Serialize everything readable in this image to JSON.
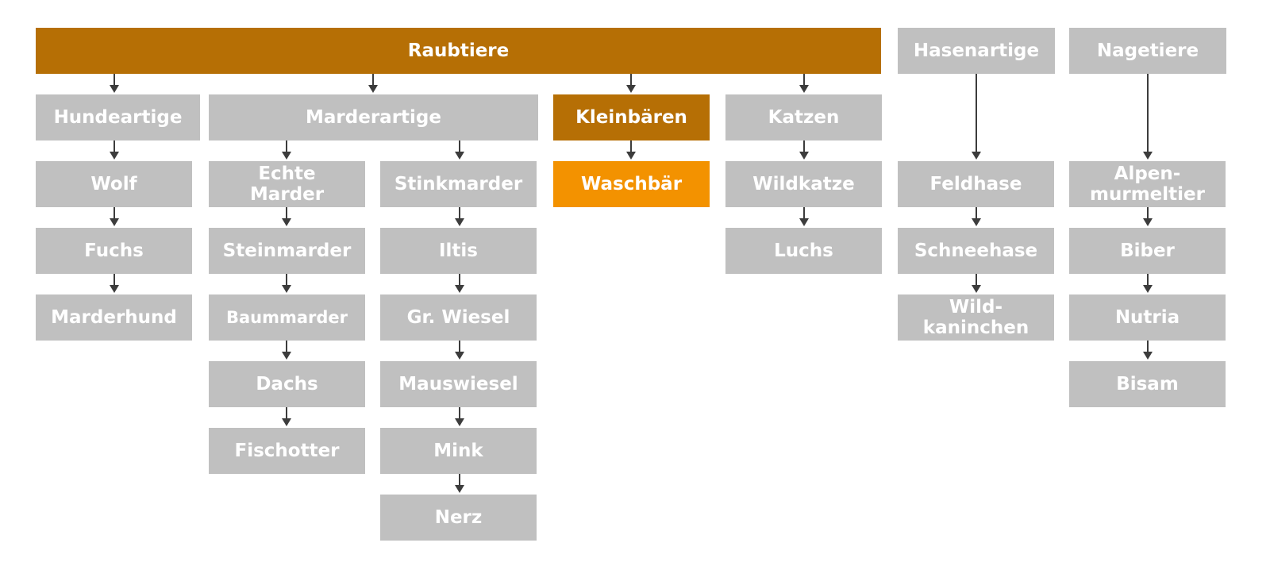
{
  "diagram": {
    "colors": {
      "node_default": "#c0c0c0",
      "node_highlight_dark": "#b66f05",
      "node_highlight_light": "#f39200",
      "text": "#ffffff",
      "connector": "#3c3c3c"
    },
    "groups": {
      "raubtiere": "Raubtiere",
      "hasenartige": "Hasenartige",
      "nagetiere": "Nagetiere"
    },
    "families": {
      "hundeartige": "Hundeartige",
      "marderartige": "Marderartige",
      "kleinbaeren": "Kleinbären",
      "katzen": "Katzen"
    },
    "hundeartige": [
      "Wolf",
      "Fuchs",
      "Marderhund"
    ],
    "echte_marder": {
      "label": "Echte\nMarder",
      "members": [
        "Steinmarder",
        "Baummarder",
        "Dachs",
        "Fischotter"
      ]
    },
    "stinkmarder": {
      "label": "Stinkmarder",
      "members": [
        "Iltis",
        "Gr. Wiesel",
        "Mauswiesel",
        "Mink",
        "Nerz"
      ]
    },
    "kleinbaeren": [
      "Waschbär"
    ],
    "katzen": [
      "Wildkatze",
      "Luchs"
    ],
    "hasenartige": [
      "Feldhase",
      "Schneehase",
      "Wild-\nkaninchen"
    ],
    "nagetiere": [
      "Alpen-\nmurmeltier",
      "Biber",
      "Nutria",
      "Bisam"
    ]
  }
}
